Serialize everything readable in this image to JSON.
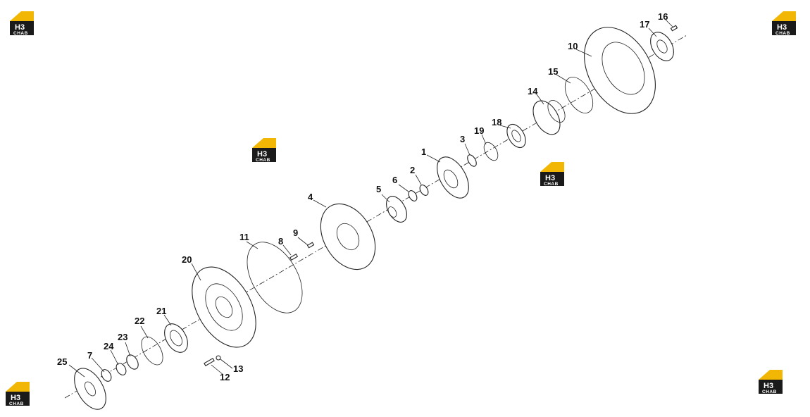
{
  "diagram": {
    "callouts": [
      "1",
      "2",
      "3",
      "4",
      "5",
      "6",
      "7",
      "8",
      "9",
      "10",
      "11",
      "12",
      "13",
      "14",
      "15",
      "16",
      "17",
      "18",
      "19",
      "20",
      "21",
      "22",
      "23",
      "24",
      "25"
    ]
  },
  "watermark": {
    "letters": "H3",
    "text": "CHAB"
  }
}
